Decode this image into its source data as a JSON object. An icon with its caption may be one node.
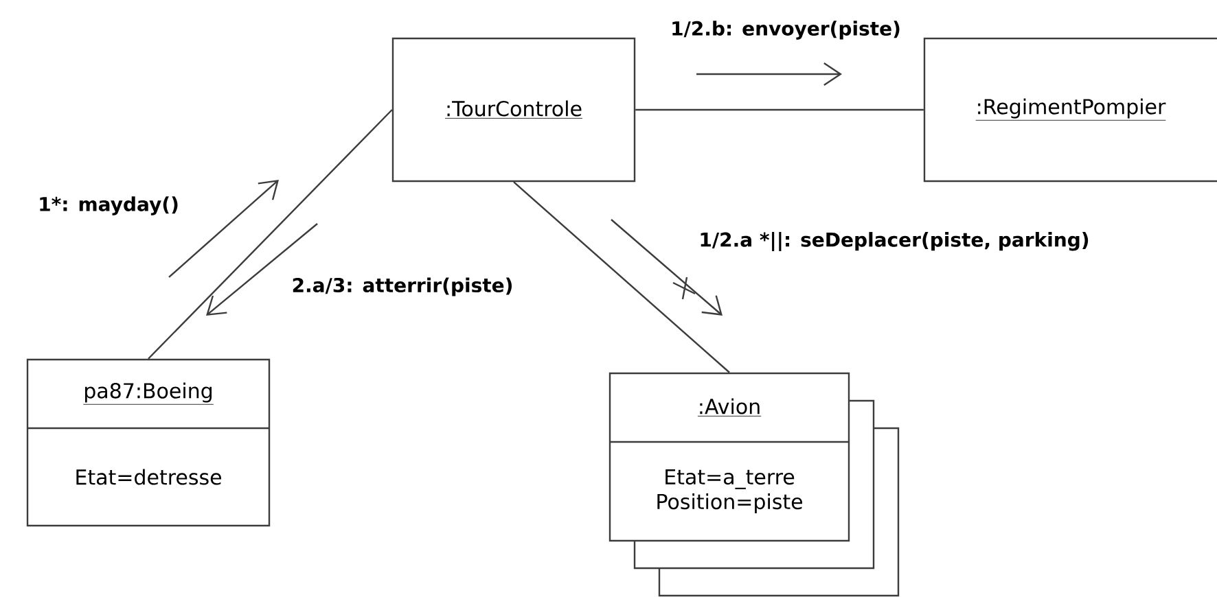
{
  "diagram": {
    "nodes": [
      {
        "text": [
          ":TourControle"
        ]
      },
      {
        "text": [
          ":RegimentPompier"
        ]
      },
      {
        "text": [
          "pa87:Boeing",
          "Etat=detresse"
        ]
      },
      {
        "text": [
          ":Avion",
          "Etat=a_terre Position=piste"
        ]
      }
    ],
    "edges": [
      {
        "from": 0,
        "to": 1,
        "arrow": "none"
      },
      {
        "from": 0,
        "to": 2,
        "arrow": "none"
      },
      {
        "from": 0,
        "to": 3,
        "arrow": "none"
      }
    ],
    "labels": [
      "1/2.b: envoyer(piste)",
      "1*: mayday()",
      "1/2.a *||: seDeplacer(piste, parking)",
      "2.a/3: atterrir(piste)"
    ]
  }
}
